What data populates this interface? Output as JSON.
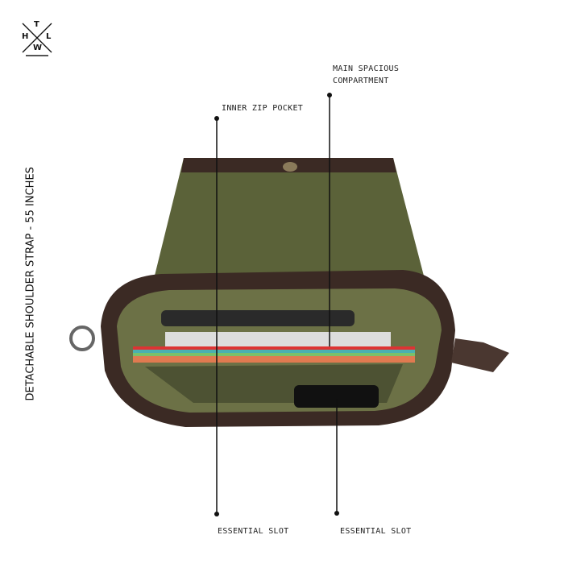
{
  "brand": {
    "logo_letters": [
      "T",
      "H",
      "L",
      "W"
    ]
  },
  "labels": {
    "main_compartment": [
      "MAIN SPACIOUS",
      "COMPARTMENT"
    ],
    "inner_zip_pocket": "INNER ZIP POCKET",
    "strap": "DETACHABLE SHOULDER STRAP - 55 INCHES",
    "essential_slot_left": "ESSENTIAL SLOT",
    "essential_slot_right": "ESSENTIAL SLOT"
  },
  "colors": {
    "canvas": "#5b6239",
    "leather": "#3b2a24",
    "lining": "#6c7146"
  }
}
